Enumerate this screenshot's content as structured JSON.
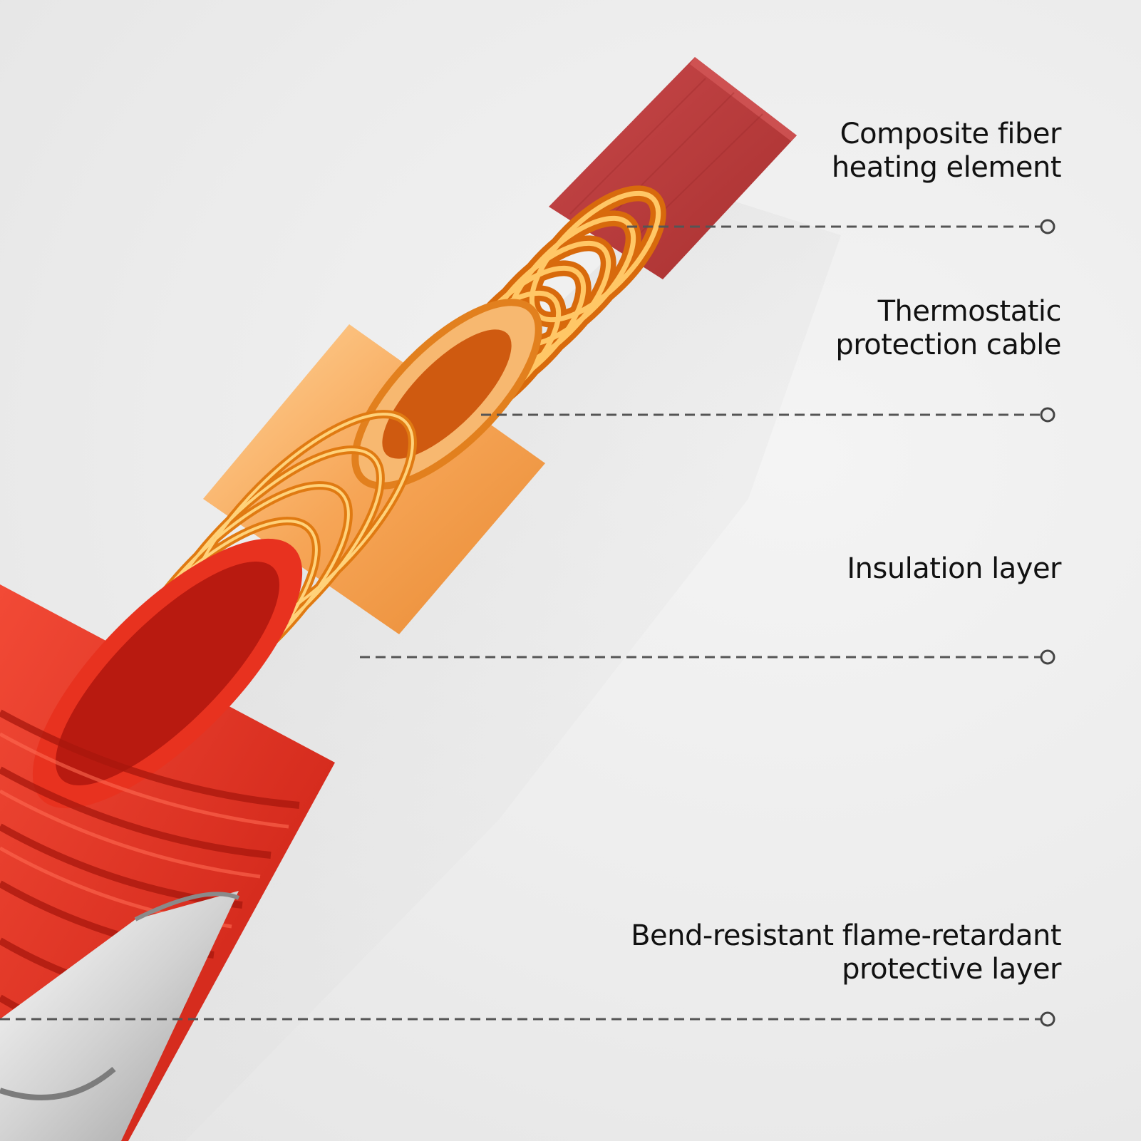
{
  "labels": [
    {
      "line1": "Composite fiber",
      "line2": "heating element"
    },
    {
      "line1": "Thermostatic",
      "line2": "protection cable"
    },
    {
      "line1": "Insulation layer",
      "line2": ""
    },
    {
      "line1": "Bend-resistant flame-retardant",
      "line2": "protective layer"
    }
  ],
  "colors": {
    "background": "#ececec",
    "heating_element": "#b83a3c",
    "copper_coil": "#f08a1e",
    "insulation": "#f4a257",
    "outer_jacket": "#e52b1c",
    "sheath": "#c8c8c8",
    "leader_line": "#555555"
  }
}
